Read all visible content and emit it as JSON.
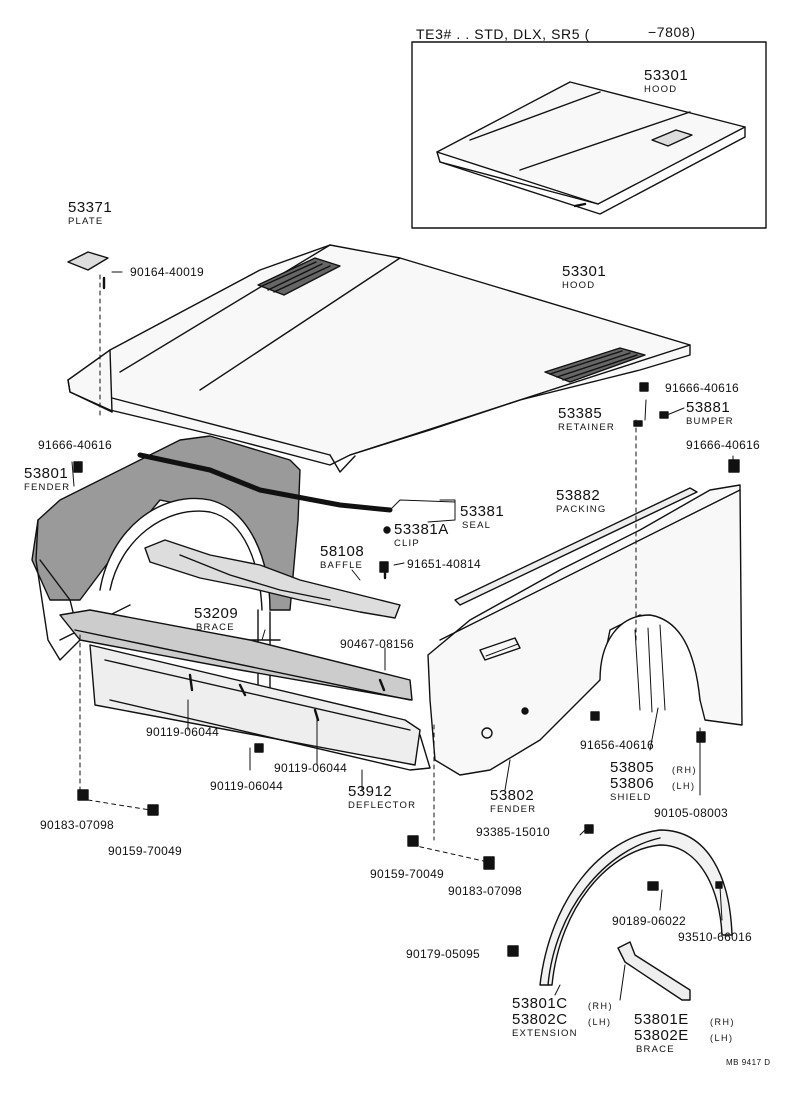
{
  "inset": {
    "header_left": "TE3# . . STD, DLX, SR5 (",
    "header_right": "−7808)",
    "hood_part": "53301",
    "hood_name": "HOOD"
  },
  "parts": {
    "plate": {
      "num": "53371",
      "name": "PLATE"
    },
    "bolt_90164": "90164-40019",
    "hood": {
      "num": "53301",
      "name": "HOOD"
    },
    "bumper_91666_a": "91666-40616",
    "retainer": {
      "num": "53385",
      "name": "RETAINER"
    },
    "bumper": {
      "num": "53881",
      "name": "BUMPER"
    },
    "bolt_91666_left": "91666-40616",
    "bolt_91666_right": "91666-40616",
    "fender_left": {
      "num": "53801",
      "name": "FENDER"
    },
    "packing": {
      "num": "53882",
      "name": "PACKING"
    },
    "seal": {
      "num": "53381",
      "name": "SEAL"
    },
    "clip": {
      "num": "53381A",
      "name": "CLIP"
    },
    "baffle": {
      "num": "58108",
      "name": "BAFFLE"
    },
    "bolt_91651": "91651-40814",
    "brace": {
      "num": "53209",
      "name": "BRACE"
    },
    "bolt_90467": "90467-08156",
    "bolt_90119_a": "90119-06044",
    "bolt_90119_b": "90119-06044",
    "bolt_90119_c": "90119-06044",
    "deflector": {
      "num": "53912",
      "name": "DEFLECTOR"
    },
    "fender_right": {
      "num": "53802",
      "name": "FENDER"
    },
    "bolt_91656": "91656-40616",
    "shield": {
      "num_rh": "53805",
      "num_lh": "53806",
      "name": "SHIELD",
      "rh": "(RH)",
      "lh": "(LH)"
    },
    "bolt_90105": "90105-08003",
    "nut_90183_left": "90183-07098",
    "screw_90159_left": "90159-70049",
    "bolt_93385": "93385-15010",
    "screw_90159_right": "90159-70049",
    "nut_90183_right": "90183-07098",
    "bolt_90189": "90189-06022",
    "bolt_93510": "93510-66016",
    "nut_90179": "90179-05095",
    "extension": {
      "num_rh": "53801C",
      "num_lh": "53802C",
      "name": "EXTENSION",
      "rh": "(RH)",
      "lh": "(LH)"
    },
    "brace_ext": {
      "num_rh": "53801E",
      "num_lh": "53802E",
      "name": "BRACE",
      "rh": "(RH)",
      "lh": "(LH)"
    }
  },
  "footer_code": "MB 9417 D"
}
